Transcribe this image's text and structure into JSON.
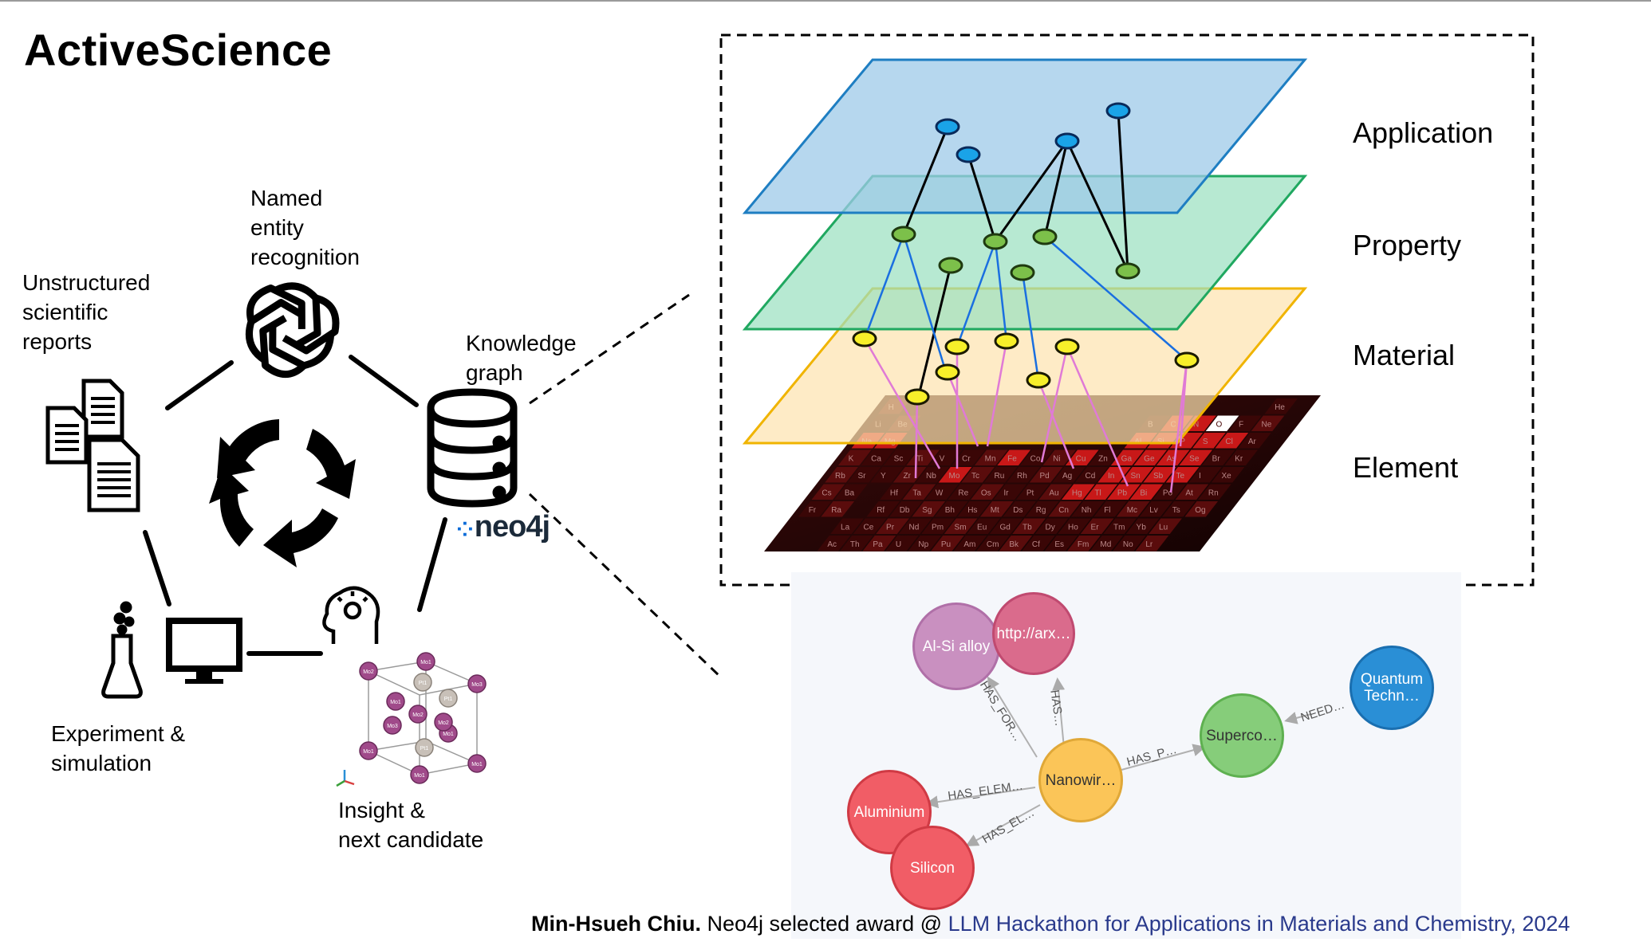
{
  "title": "ActiveScience",
  "cycle": {
    "ner_label": "Named\nentity\nrecognition",
    "reports_label": "Unstructured\nscientific\nreports",
    "kg_label": "Knowledge\ngraph",
    "neo4j_logo": "neo4j",
    "experiment_label": "Experiment &\nsimulation",
    "insight_label": "Insight &\nnext candidate",
    "crystal_atoms": [
      "Mo1",
      "Pt1",
      "Mo2",
      "Mo3",
      "Mo1",
      "Pt1",
      "Mo2",
      "Mo1",
      "Mo3",
      "Mo1",
      "Mo1",
      "Pt1",
      "Mo1",
      "Mo2"
    ]
  },
  "layers": {
    "labels": [
      "Application",
      "Property",
      "Material",
      "Element"
    ],
    "colors": {
      "application": "#9ecae8",
      "property": "#9be0c0",
      "material": "#fde3b0",
      "element": "#1a0505"
    },
    "periodic_symbols": [
      "H",
      "He",
      "Li",
      "Be",
      "B",
      "C",
      "N",
      "O",
      "F",
      "Ne",
      "Na",
      "Mg",
      "Al",
      "Si",
      "P",
      "S",
      "Cl",
      "Ar",
      "K",
      "Ca",
      "Sc",
      "Ti",
      "V",
      "Cr",
      "Mn",
      "Fe",
      "Co",
      "Ni",
      "Cu",
      "Zn",
      "Ga",
      "Ge",
      "As",
      "Se",
      "Br",
      "Kr",
      "Rb",
      "Sr",
      "Y",
      "Zr",
      "Nb",
      "Mo",
      "Tc",
      "Ru",
      "Rh",
      "Pd",
      "Ag",
      "Cd",
      "In",
      "Sn",
      "Sb",
      "Te",
      "I",
      "Xe",
      "Cs",
      "Ba",
      "Hf",
      "Ta",
      "W",
      "Re",
      "Os",
      "Ir",
      "Pt",
      "Au",
      "Hg",
      "Tl",
      "Pb",
      "Bi",
      "Po",
      "At",
      "Rn",
      "Fr",
      "Ra",
      "Rf",
      "Db",
      "Sg",
      "Bh",
      "Hs",
      "Mt",
      "Ds",
      "Rg",
      "Cn",
      "Nh",
      "Fl",
      "Mc",
      "Lv",
      "Ts",
      "Og",
      "La",
      "Ce",
      "Pr",
      "Nd",
      "Pm",
      "Sm",
      "Eu",
      "Gd",
      "Tb",
      "Dy",
      "Ho",
      "Er",
      "Tm",
      "Yb",
      "Lu",
      "Ac",
      "Th",
      "Pa",
      "U",
      "Np",
      "Pu",
      "Am",
      "Cm",
      "Bk",
      "Cf",
      "Es",
      "Fm",
      "Md",
      "No",
      "Lr"
    ]
  },
  "kg_example": {
    "nodes": [
      {
        "label": "Al-Si alloy",
        "color": "#c990c0"
      },
      {
        "label": "http://arx…",
        "color": "#da6b8c"
      },
      {
        "label": "Nanowir…",
        "color": "#fbc558"
      },
      {
        "label": "Superco…",
        "color": "#86cd7a"
      },
      {
        "label": "Quantum Techn…",
        "color": "#2a8fd6"
      },
      {
        "label": "Aluminium",
        "color": "#f15d66"
      },
      {
        "label": "Silicon",
        "color": "#f15d66"
      }
    ],
    "edges": [
      "HAS_FOR…",
      "HAS…",
      "HAS_P…",
      "NEED…",
      "HAS_ELEM…",
      "HAS_EL…"
    ]
  },
  "footer": {
    "author": "Min-Hsueh Chiu.",
    "award": " Neo4j selected award @ ",
    "event": "LLM Hackathon for Applications in Materials and Chemistry, 2024"
  }
}
